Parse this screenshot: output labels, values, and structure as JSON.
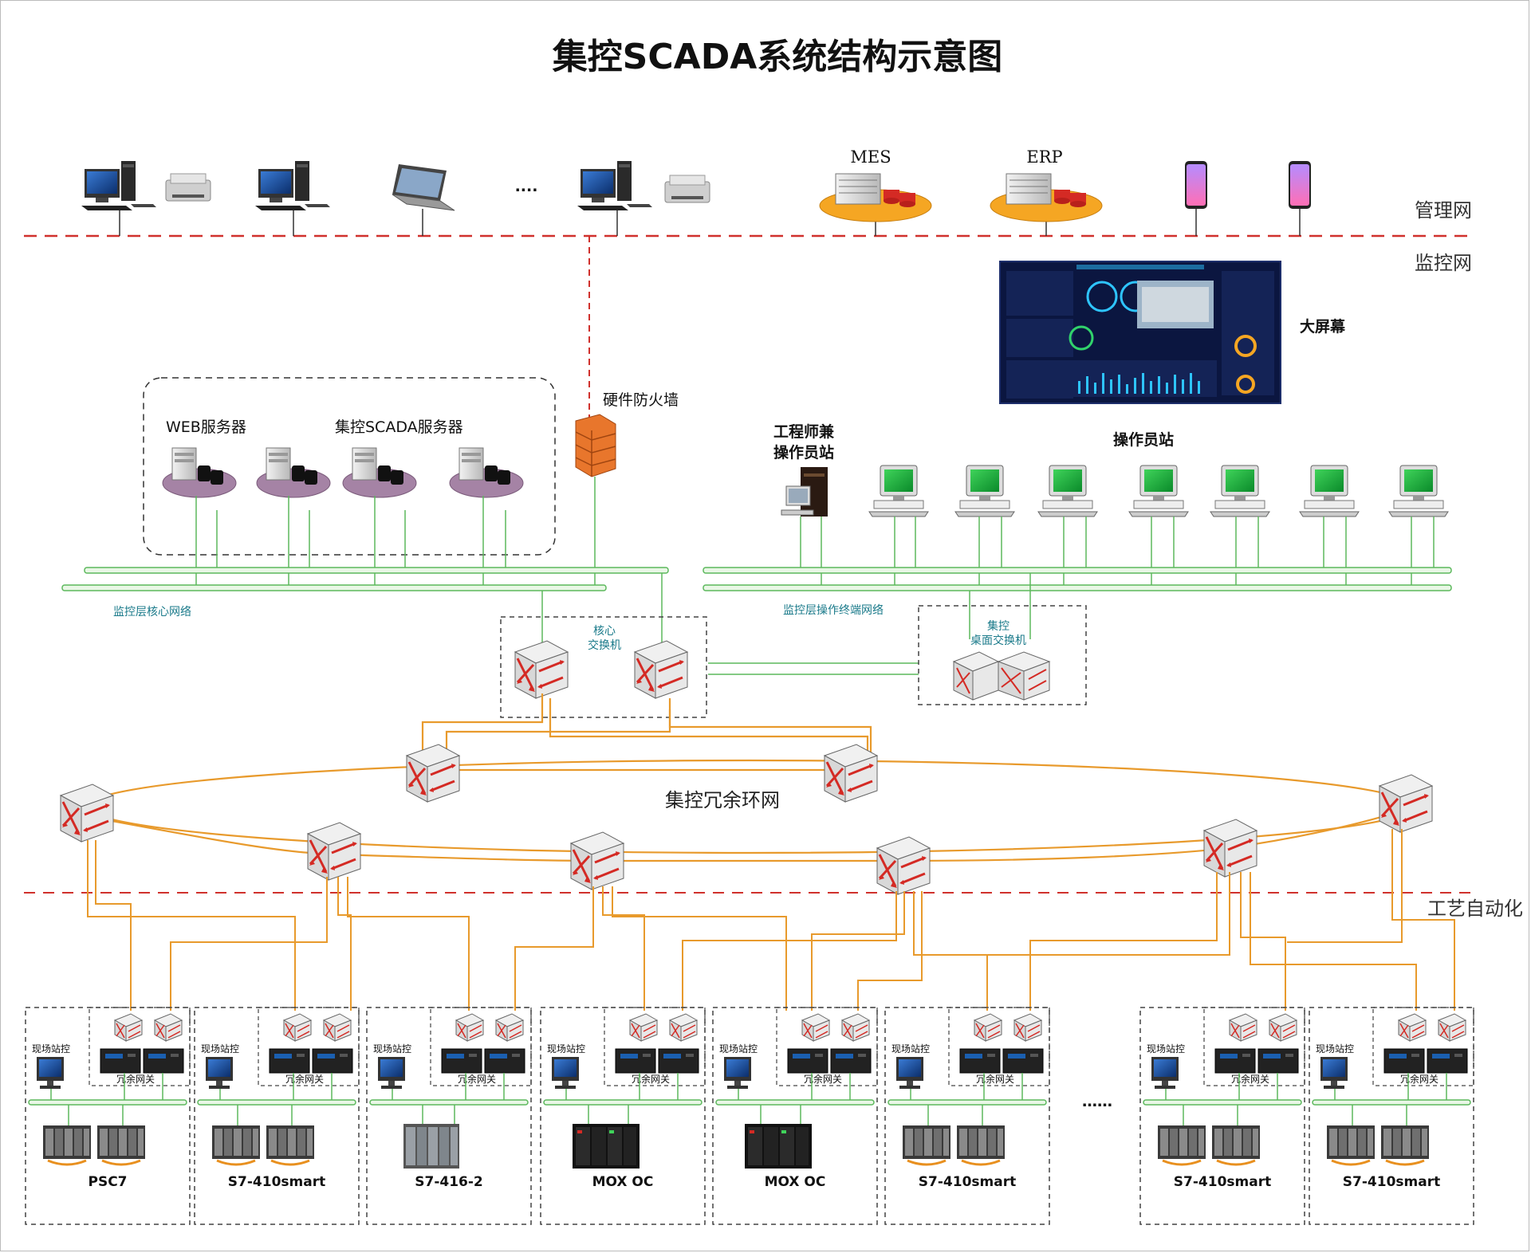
{
  "title": "集控SCADA系统结构示意图",
  "zones": {
    "management": "管理网",
    "monitoring": "监控网",
    "process": "工艺自动化"
  },
  "top": {
    "mes": "MES",
    "erp": "ERP",
    "ellipsis": "....",
    "big_screen": "大屏幕"
  },
  "monitor": {
    "firewall": "硬件防火墙",
    "web_server": "WEB服务器",
    "scada_server": "集控SCADA服务器",
    "eng_station_line1": "工程师兼",
    "eng_station_line2": "操作员站",
    "operator_station": "操作员站",
    "core_network": "监控层核心网络",
    "terminal_network": "监控层操作终端网络",
    "core_switch_line1": "核心",
    "core_switch_line2": "交换机",
    "desk_switch_line1": "集控",
    "desk_switch_line2": "桌面交换机"
  },
  "ring_label": "集控冗余环网",
  "field": {
    "station_label": "现场站控",
    "gateway_label": "冗余网关",
    "ellipsis": "……",
    "stations": [
      {
        "plc": "PSC7"
      },
      {
        "plc": "S7-410smart"
      },
      {
        "plc": "S7-416-2"
      },
      {
        "plc": "MOX OC"
      },
      {
        "plc": "MOX OC"
      },
      {
        "plc": "S7-410smart"
      },
      {
        "plc": "S7-410smart"
      },
      {
        "plc": "S7-410smart"
      }
    ]
  },
  "colors": {
    "red_dash": "#d0312d",
    "green_bus": "#5cb85c",
    "orange_ring": "#e89a2c",
    "teal_text": "#1a7a8a"
  }
}
